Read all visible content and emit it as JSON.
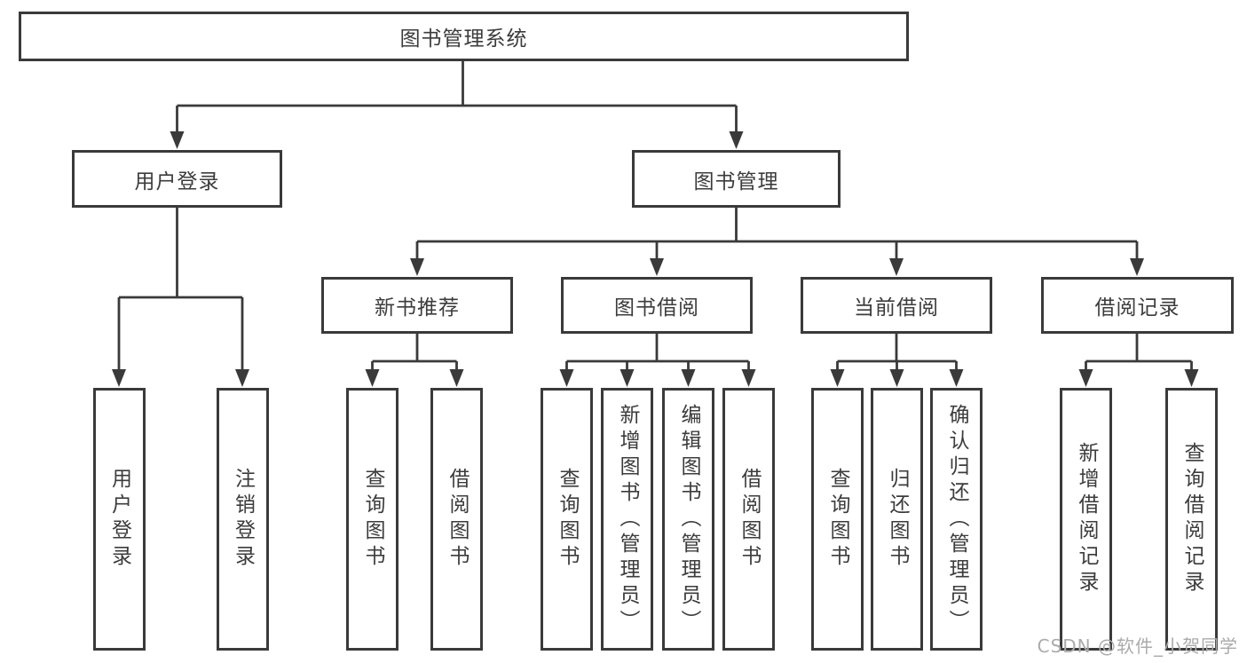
{
  "colors": {
    "line": "#3a3a3a",
    "text": "#3c3c3c",
    "box_bg": "#ffffff",
    "page_bg": "#ffffff",
    "watermark": "#ababab"
  },
  "tree": {
    "root": {
      "label": "图书管理系统"
    },
    "level2": [
      {
        "label": "用户登录"
      },
      {
        "label": "图书管理"
      }
    ],
    "level3": [
      {
        "label": "新书推荐"
      },
      {
        "label": "图书借阅"
      },
      {
        "label": "当前借阅"
      },
      {
        "label": "借阅记录"
      }
    ],
    "leaves": {
      "user": [
        {
          "label": "用户登录"
        },
        {
          "label": "注销登录"
        }
      ],
      "recommend": [
        {
          "label": "查询图书"
        },
        {
          "label": "借阅图书"
        }
      ],
      "borrowing": [
        {
          "label": "查询图书"
        },
        {
          "label": "新增图书（管理员）"
        },
        {
          "label": "编辑图书（管理员）"
        },
        {
          "label": "借阅图书"
        }
      ],
      "current": [
        {
          "label": "查询图书"
        },
        {
          "label": "归还图书"
        },
        {
          "label": "确认归还（管理员）"
        }
      ],
      "records": [
        {
          "label": "新增借阅记录"
        },
        {
          "label": "查询借阅记录"
        }
      ]
    }
  },
  "watermark": {
    "text": "CSDN @软件_小贺同学"
  }
}
